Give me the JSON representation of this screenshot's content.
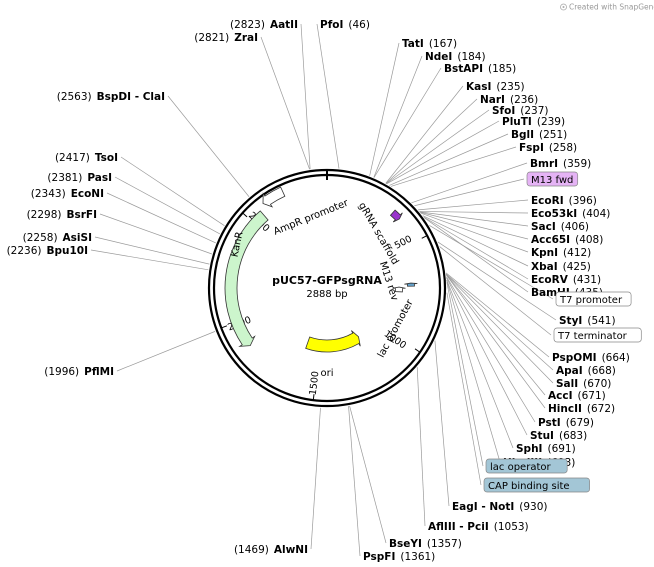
{
  "watermark": "Created with SnapGene®",
  "plasmid": {
    "name": "pUC57-GFPsgRNA",
    "length_label": "2888 bp",
    "length": 2888
  },
  "ring_ticks": [
    {
      "pos": 500,
      "label": "500"
    },
    {
      "pos": 1000,
      "label": "1000"
    },
    {
      "pos": 1500,
      "label": "1500"
    },
    {
      "pos": 2000,
      "label": "2000"
    },
    {
      "pos": 2500,
      "label": "2500"
    }
  ],
  "features": [
    {
      "name": "KanR",
      "start": 1870,
      "end": 2560,
      "dir": -1,
      "color": "#ccf5cc"
    },
    {
      "name": "ori",
      "start": 1180,
      "end": 1600,
      "dir": -1,
      "color": "#ffff00"
    },
    {
      "name": "AmpR promoter",
      "start": 2590,
      "end": 2690,
      "dir": -1,
      "color": "#ffffff"
    },
    {
      "name": "gRNA scaffold",
      "start": 330,
      "end": 372,
      "dir": 1,
      "color": "#9933cc"
    },
    {
      "name": "M13 rev",
      "start": 695,
      "end": 712,
      "dir": -1,
      "color": "#66a3cc"
    },
    {
      "name": "lac promoter",
      "start": 716,
      "end": 746,
      "dir": -1,
      "color": "#ffffff"
    }
  ],
  "sites_right": [
    {
      "name": "PfoI",
      "pos": "(46)"
    },
    {
      "name": "TatI",
      "pos": "(167)"
    },
    {
      "name": "NdeI",
      "pos": "(184)"
    },
    {
      "name": "BstAPI",
      "pos": "(185)"
    },
    {
      "name": "KasI",
      "pos": "(235)"
    },
    {
      "name": "NarI",
      "pos": "(236)"
    },
    {
      "name": "SfoI",
      "pos": "(237)"
    },
    {
      "name": "PluTI",
      "pos": "(239)"
    },
    {
      "name": "BglI",
      "pos": "(251)"
    },
    {
      "name": "FspI",
      "pos": "(258)"
    },
    {
      "name": "BmrI",
      "pos": "(359)"
    },
    {
      "name": "M13 fwd",
      "box": true,
      "color": "#e5b3f5"
    },
    {
      "name": "EcoRI",
      "pos": "(396)"
    },
    {
      "name": "Eco53kI",
      "pos": "(404)"
    },
    {
      "name": "SacI",
      "pos": "(406)"
    },
    {
      "name": "Acc65I",
      "pos": "(408)"
    },
    {
      "name": "KpnI",
      "pos": "(412)"
    },
    {
      "name": "XbaI",
      "pos": "(425)"
    },
    {
      "name": "EcoRV",
      "pos": "(431)"
    },
    {
      "name": "BamHI",
      "pos": "(435)"
    },
    {
      "name": "T7 promoter",
      "box": true,
      "color": "#ffffff"
    },
    {
      "name": "StyI",
      "pos": "(541)"
    },
    {
      "name": "T7 terminator",
      "box": true,
      "color": "#ffffff"
    },
    {
      "name": "PspOMI",
      "pos": "(664)"
    },
    {
      "name": "ApaI",
      "pos": "(668)"
    },
    {
      "name": "SalI",
      "pos": "(670)"
    },
    {
      "name": "AccI",
      "pos": "(671)"
    },
    {
      "name": "HincII",
      "pos": "(672)"
    },
    {
      "name": "PstI",
      "pos": "(679)"
    },
    {
      "name": "StuI",
      "pos": "(683)"
    },
    {
      "name": "SphI",
      "pos": "(691)"
    },
    {
      "name": "HindIII",
      "pos": "(693)"
    },
    {
      "name": "lac operator",
      "box": true,
      "color": "#a3c6d6"
    },
    {
      "name": "CAP binding site",
      "box": true,
      "color": "#a3c6d6"
    },
    {
      "name": "EagI - NotI",
      "pos": "(930)"
    },
    {
      "name": "AflIII - PciI",
      "pos": "(1053)"
    },
    {
      "name": "BseYI",
      "pos": "(1357)"
    },
    {
      "name": "PspFI",
      "pos": "(1361)"
    }
  ],
  "sites_left": [
    {
      "name": "AatII",
      "pos": "(2823)"
    },
    {
      "name": "ZraI",
      "pos": "(2821)"
    },
    {
      "name": "BspDI - ClaI",
      "pos": "(2563)"
    },
    {
      "name": "TsoI",
      "pos": "(2417)"
    },
    {
      "name": "PasI",
      "pos": "(2381)"
    },
    {
      "name": "EcoNI",
      "pos": "(2343)"
    },
    {
      "name": "BsrFI",
      "pos": "(2298)"
    },
    {
      "name": "AsiSI",
      "pos": "(2258)"
    },
    {
      "name": "Bpu10I",
      "pos": "(2236)"
    },
    {
      "name": "PflMI",
      "pos": "(1996)"
    },
    {
      "name": "AlwNI",
      "pos": "(1469)"
    }
  ]
}
